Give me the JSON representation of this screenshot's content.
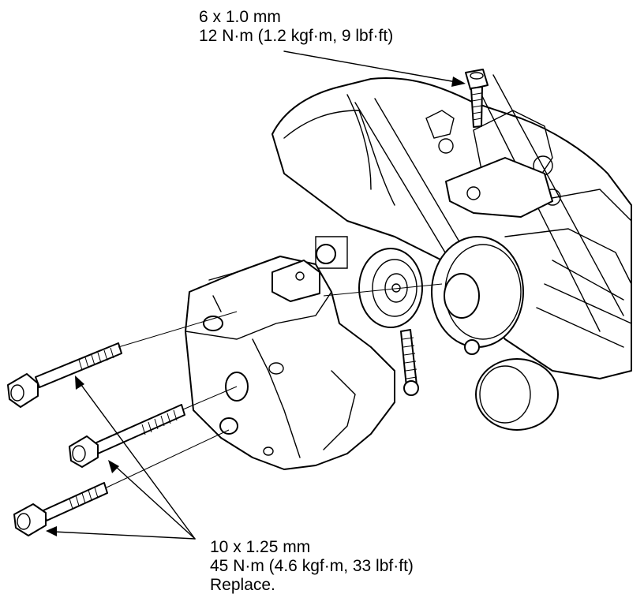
{
  "callouts": {
    "top": {
      "size": "6 x 1.0 mm",
      "torque": "12 N·m (1.2 kgf·m, 9 lbf·ft)"
    },
    "bottom": {
      "size": "10 x 1.25 mm",
      "torque": "45 N·m (4.6 kgf·m, 33 lbf·ft)",
      "note": "Replace."
    }
  },
  "colors": {
    "ink": "#000000",
    "paper": "#ffffff"
  }
}
